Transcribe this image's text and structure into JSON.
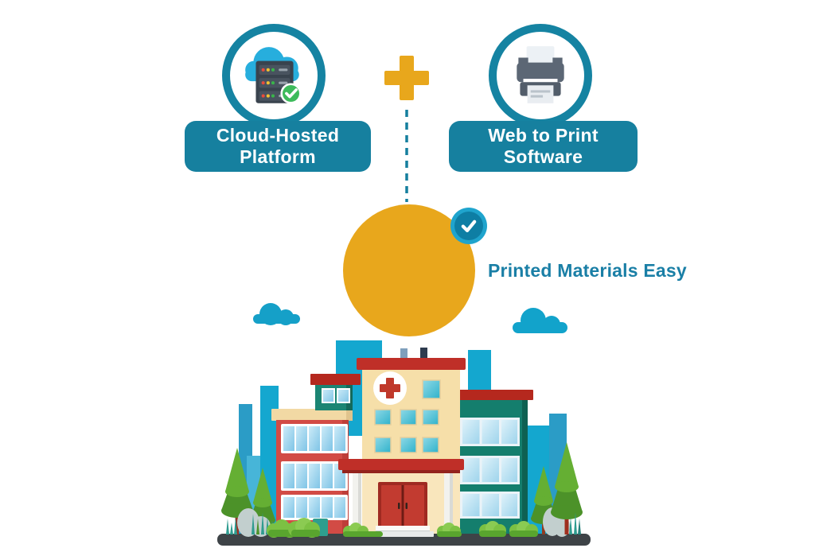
{
  "diagram": {
    "node_left": {
      "line1": "Cloud-Hosted",
      "line2": "Platform",
      "icon": "cloud-server-icon"
    },
    "operator": {
      "symbol": "+"
    },
    "node_right": {
      "line1": "Web to Print",
      "line2": "Software",
      "icon": "printer-icon"
    },
    "result": {
      "caption": "Printed Materials Easy",
      "icon": "printer-icon",
      "badge": "checkmark-badge"
    },
    "illustration": "hospital-city-scene"
  },
  "colors": {
    "teal_banner": "#16809F",
    "teal_ring": "#1583A2",
    "gold": "#E8A71C",
    "caption_teal": "#1A7FA6",
    "badge_outer": "#1FA4CD",
    "badge_inner": "#0E7EA4",
    "check_green": "#3DBB5B",
    "cloud_icon_blue": "#27AEDD",
    "sky_cyan": "#14A7CF",
    "hospital_cream": "#F6DFA9",
    "roof_red": "#BF2F28",
    "left_building_red": "#D24B45",
    "right_building_green": "#147E6D",
    "ground_gray": "#3E4347"
  }
}
